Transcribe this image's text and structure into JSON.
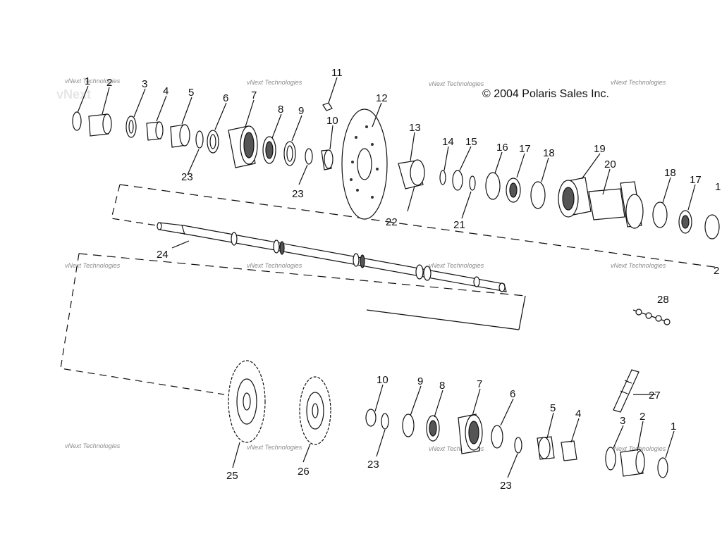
{
  "copyright": "© 2004 Polaris Sales Inc.",
  "watermark": {
    "small": "vNext Technologies",
    "large": "vNext"
  },
  "callouts": {
    "c1a": "1",
    "c2a": "2",
    "c3a": "3",
    "c4a": "4",
    "c5a": "5",
    "c6a": "6",
    "c7a": "7",
    "c8a": "8",
    "c9a": "9",
    "c10a": "10",
    "c11": "11",
    "c12": "12",
    "c13": "13",
    "c14": "14",
    "c15": "15",
    "c16a": "16",
    "c17a": "17",
    "c18a": "18",
    "c19": "19",
    "c20": "20",
    "c18b": "18",
    "c17b": "17",
    "c16b": "1",
    "c21": "21",
    "c22": "22",
    "c23a": "23",
    "c23b": "23",
    "c24": "24",
    "c2x": "2",
    "c28": "28",
    "c25": "25",
    "c26": "26",
    "c10b": "10",
    "c9b": "9",
    "c8b": "8",
    "c7b": "7",
    "c6b": "6",
    "c5b": "5",
    "c4b": "4",
    "c3b": "3",
    "c2b": "2",
    "c1b": "1",
    "c23c": "23",
    "c23d": "23",
    "c27": "27"
  }
}
